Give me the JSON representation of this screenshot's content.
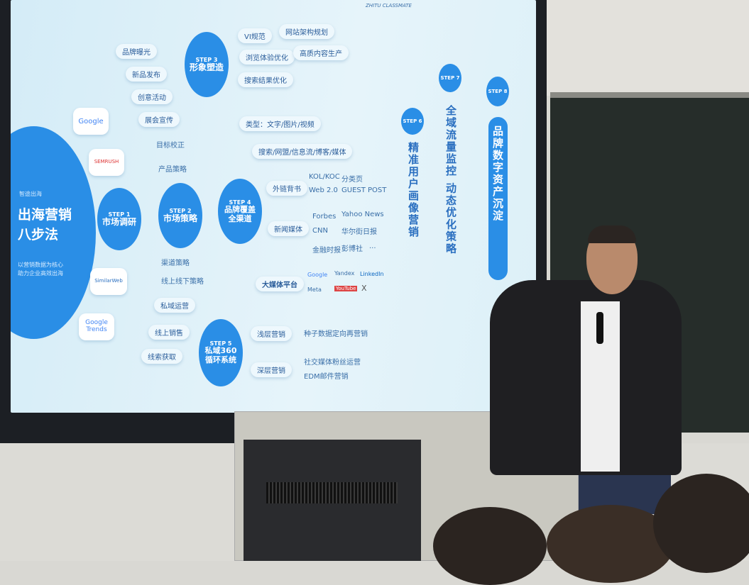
{
  "slide": {
    "logo_text": "ZHITU CLASSMATE",
    "main_title_1": "出海营销",
    "main_title_2": "八步法",
    "main_subtitle_1": "以营销数据为核心",
    "main_subtitle_2": "助力企业高效出海",
    "brand_mark": "智途出海",
    "tools": [
      "Google",
      "SEMRUSH",
      "SimilarWeb",
      "Google Trends"
    ],
    "left_items": [
      "品牌曝光",
      "新品发布",
      "创意活动",
      "展会宣传"
    ],
    "step2_checks": [
      "目标校正",
      "产品策略",
      "渠道策略",
      "线上线下策略"
    ],
    "step2_pills": [
      "私域运营",
      "线上销售",
      "线索获取"
    ],
    "steps": [
      {
        "label": "STEP 1",
        "title": "市场调研"
      },
      {
        "label": "STEP 2",
        "title": "市场策略"
      },
      {
        "label": "STEP 3",
        "title": "形象塑造"
      },
      {
        "label": "STEP 4",
        "title": "品牌覆盖全渠道"
      },
      {
        "label": "STEP 5",
        "title": "私域360循环系统"
      },
      {
        "label": "STEP 6",
        "title": "精准用户画像营销"
      },
      {
        "label": "STEP 7",
        "title": "全域流量监控 动态优化策略"
      },
      {
        "label": "STEP 8",
        "title": "品牌数字资产沉淀"
      }
    ],
    "step3_items": [
      "VI规范",
      "网站架构规划",
      "浏览体验优化",
      "高质内容生产",
      "搜索结果优化"
    ],
    "step4": {
      "type": "类型：文字/图片/视频",
      "channels": "搜索/网盟/信息流/博客/媒体",
      "backlinks_label": "外链背书",
      "backlinks": [
        "KOL/KOC",
        "分类页",
        "Web 2.0",
        "GUEST POST"
      ],
      "news_label": "新闻媒体",
      "news": [
        "Forbes",
        "Yahoo News",
        "CNN",
        "华尔街日报",
        "金融时报",
        "彭博社",
        "..."
      ],
      "platforms_label": "大媒体平台",
      "platforms": [
        "Google",
        "Yandex",
        "LinkedIn",
        "Meta",
        "YouTube",
        "X"
      ]
    },
    "step5": {
      "shallow_label": "浅层营销",
      "shallow": "种子数据定向再营销",
      "deep_label": "深层营销",
      "deep_1": "社交媒体粉丝运营",
      "deep_2": "EDM邮件营销"
    }
  },
  "colors": {
    "accent": "#2a8ee6",
    "slide_bg": "#dcf0f8",
    "board": "#262d2a"
  }
}
